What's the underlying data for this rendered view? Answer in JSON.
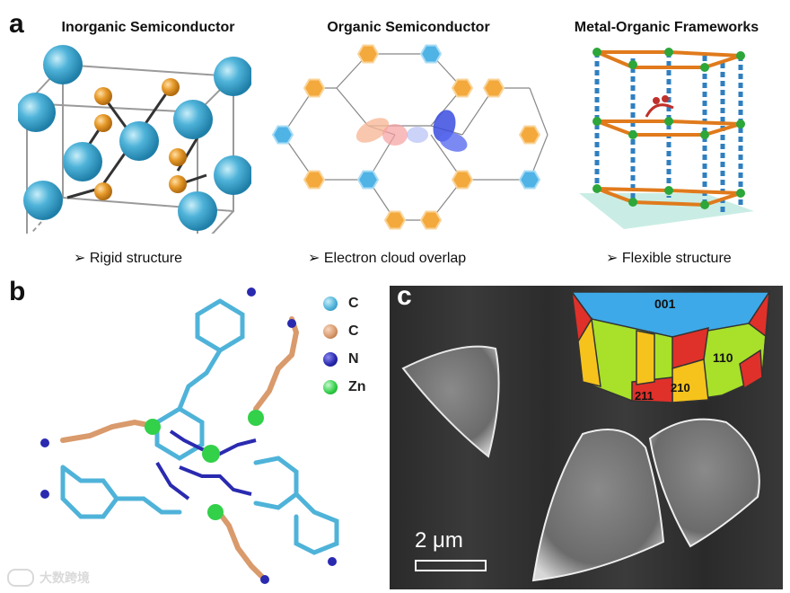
{
  "panel_a": {
    "letter": "a",
    "columns": [
      {
        "title": "Inorganic Semiconductor",
        "bullet": "Rigid structure"
      },
      {
        "title": "Organic Semiconductor",
        "bullet": "Electron cloud overlap"
      },
      {
        "title": "Metal-Organic Frameworks",
        "bullet": "Flexible structure"
      }
    ],
    "bullet_glyph": "➢"
  },
  "panel_b": {
    "letter": "b",
    "legend": [
      {
        "label": "C",
        "color": "#4fb3d9"
      },
      {
        "label": "C",
        "color": "#d99a6c"
      },
      {
        "label": "N",
        "color": "#2a2ab0"
      },
      {
        "label": "Zn",
        "color": "#33d04a"
      }
    ]
  },
  "panel_c": {
    "letter": "c",
    "facets": [
      {
        "label": "001",
        "color": "#3da9e8"
      },
      {
        "label": "110",
        "color": "#a8e02a"
      },
      {
        "label": "210",
        "color": "#f6c21c"
      },
      {
        "label": "211",
        "color": "#e0302a"
      }
    ],
    "scale_bar": "2 μm"
  },
  "watermark": "大数跨境",
  "colors": {
    "cubic_atom": "#4fb3d9",
    "small_atom": "#e79a2a",
    "hex_orange": "#f4a93c",
    "hex_blue": "#4fb3e6",
    "mof_green": "#2da63a"
  }
}
